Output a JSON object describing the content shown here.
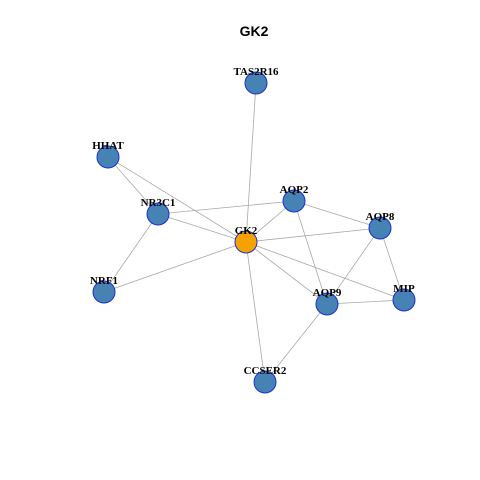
{
  "title": "GK2",
  "colors": {
    "center_node": "#f5a200",
    "other_node": "#4682b4",
    "node_border": "#1a2fd6",
    "edge": "#a8a8a8"
  },
  "nodes": [
    {
      "id": "TAS2R16",
      "label": "TAS2R16",
      "center": false
    },
    {
      "id": "HHAT",
      "label": "HHAT",
      "center": false
    },
    {
      "id": "NR3C1",
      "label": "NR3C1",
      "center": false
    },
    {
      "id": "AQP2",
      "label": "AQP2",
      "center": false
    },
    {
      "id": "AQP8",
      "label": "AQP8",
      "center": false
    },
    {
      "id": "GK2",
      "label": "GK2",
      "center": true
    },
    {
      "id": "NRF1",
      "label": "NRF1",
      "center": false
    },
    {
      "id": "AQP9",
      "label": "AQP9",
      "center": false
    },
    {
      "id": "MIP",
      "label": "MIP",
      "center": false
    },
    {
      "id": "CCSER2",
      "label": "CCSER2",
      "center": false
    }
  ],
  "edges": [
    [
      "GK2",
      "TAS2R16"
    ],
    [
      "GK2",
      "HHAT"
    ],
    [
      "GK2",
      "NR3C1"
    ],
    [
      "GK2",
      "AQP2"
    ],
    [
      "GK2",
      "AQP8"
    ],
    [
      "GK2",
      "NRF1"
    ],
    [
      "GK2",
      "AQP9"
    ],
    [
      "GK2",
      "MIP"
    ],
    [
      "GK2",
      "CCSER2"
    ],
    [
      "HHAT",
      "NR3C1"
    ],
    [
      "NR3C1",
      "NRF1"
    ],
    [
      "NR3C1",
      "AQP2"
    ],
    [
      "AQP2",
      "AQP8"
    ],
    [
      "AQP2",
      "AQP9"
    ],
    [
      "AQP8",
      "AQP9"
    ],
    [
      "AQP8",
      "MIP"
    ],
    [
      "AQP9",
      "MIP"
    ],
    [
      "AQP9",
      "CCSER2"
    ]
  ]
}
